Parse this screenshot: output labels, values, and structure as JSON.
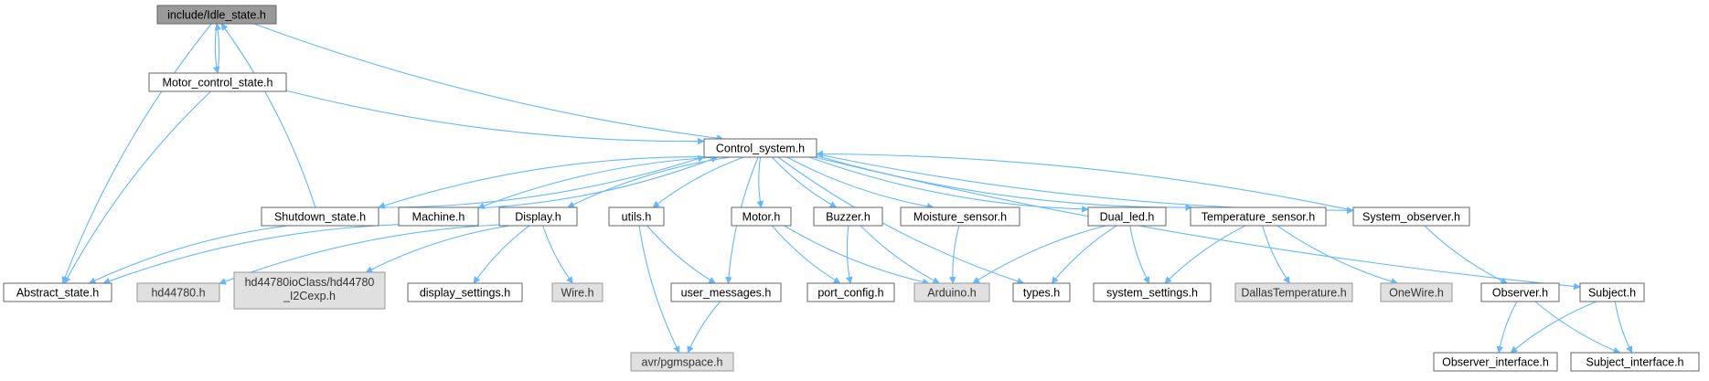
{
  "diagram": {
    "colors": {
      "edge": "#63b8ff",
      "root_fill": "#999999",
      "external_fill": "#e0e0e0",
      "node_fill": "#ffffff"
    },
    "nodes": [
      {
        "id": "idle",
        "label": "include/Idle_state.h",
        "kind": "root"
      },
      {
        "id": "motorctl",
        "label": "Motor_control_state.h",
        "kind": "normal"
      },
      {
        "id": "control",
        "label": "Control_system.h",
        "kind": "normal"
      },
      {
        "id": "shutdown",
        "label": "Shutdown_state.h",
        "kind": "normal"
      },
      {
        "id": "machine",
        "label": "Machine.h",
        "kind": "normal"
      },
      {
        "id": "display",
        "label": "Display.h",
        "kind": "normal"
      },
      {
        "id": "utils",
        "label": "utils.h",
        "kind": "normal"
      },
      {
        "id": "motor",
        "label": "Motor.h",
        "kind": "normal"
      },
      {
        "id": "buzzer",
        "label": "Buzzer.h",
        "kind": "normal"
      },
      {
        "id": "moisture",
        "label": "Moisture_sensor.h",
        "kind": "normal"
      },
      {
        "id": "dualled",
        "label": "Dual_led.h",
        "kind": "normal"
      },
      {
        "id": "temp",
        "label": "Temperature_sensor.h",
        "kind": "normal"
      },
      {
        "id": "sysobs",
        "label": "System_observer.h",
        "kind": "normal"
      },
      {
        "id": "abstract",
        "label": "Abstract_state.h",
        "kind": "normal"
      },
      {
        "id": "hd44780",
        "label": "hd44780.h",
        "kind": "external"
      },
      {
        "id": "hdio",
        "label": "hd44780ioClass/hd44780",
        "label2": "_I2Cexp.h",
        "kind": "external"
      },
      {
        "id": "dispset",
        "label": "display_settings.h",
        "kind": "normal"
      },
      {
        "id": "wire",
        "label": "Wire.h",
        "kind": "external"
      },
      {
        "id": "usermsg",
        "label": "user_messages.h",
        "kind": "normal"
      },
      {
        "id": "portcfg",
        "label": "port_config.h",
        "kind": "normal"
      },
      {
        "id": "arduino",
        "label": "Arduino.h",
        "kind": "external"
      },
      {
        "id": "types",
        "label": "types.h",
        "kind": "normal"
      },
      {
        "id": "syssettings",
        "label": "system_settings.h",
        "kind": "normal"
      },
      {
        "id": "dallas",
        "label": "DallasTemperature.h",
        "kind": "external"
      },
      {
        "id": "onewire",
        "label": "OneWire.h",
        "kind": "external"
      },
      {
        "id": "observer",
        "label": "Observer.h",
        "kind": "normal"
      },
      {
        "id": "subject",
        "label": "Subject.h",
        "kind": "normal"
      },
      {
        "id": "avr",
        "label": "avr/pgmspace.h",
        "kind": "external"
      },
      {
        "id": "obsiface",
        "label": "Observer_interface.h",
        "kind": "normal"
      },
      {
        "id": "subjiface",
        "label": "Subject_interface.h",
        "kind": "normal"
      }
    ],
    "edges": [
      [
        "idle",
        "abstract"
      ],
      [
        "idle",
        "motorctl"
      ],
      [
        "idle",
        "control"
      ],
      [
        "motorctl",
        "idle"
      ],
      [
        "motorctl",
        "abstract"
      ],
      [
        "motorctl",
        "control"
      ],
      [
        "control",
        "shutdown"
      ],
      [
        "control",
        "machine"
      ],
      [
        "control",
        "display"
      ],
      [
        "control",
        "utils"
      ],
      [
        "control",
        "usermsg"
      ],
      [
        "control",
        "motor"
      ],
      [
        "control",
        "buzzer"
      ],
      [
        "control",
        "moisture"
      ],
      [
        "control",
        "dualled"
      ],
      [
        "control",
        "types"
      ],
      [
        "control",
        "temp"
      ],
      [
        "control",
        "sysobs"
      ],
      [
        "control",
        "subject"
      ],
      [
        "shutdown",
        "idle"
      ],
      [
        "shutdown",
        "abstract"
      ],
      [
        "shutdown",
        "control"
      ],
      [
        "machine",
        "abstract"
      ],
      [
        "machine",
        "control"
      ],
      [
        "display",
        "hd44780"
      ],
      [
        "display",
        "hdio"
      ],
      [
        "display",
        "dispset"
      ],
      [
        "display",
        "wire"
      ],
      [
        "utils",
        "usermsg"
      ],
      [
        "utils",
        "avr"
      ],
      [
        "usermsg",
        "avr"
      ],
      [
        "motor",
        "portcfg"
      ],
      [
        "motor",
        "arduino"
      ],
      [
        "buzzer",
        "portcfg"
      ],
      [
        "buzzer",
        "arduino"
      ],
      [
        "moisture",
        "arduino"
      ],
      [
        "dualled",
        "arduino"
      ],
      [
        "dualled",
        "types"
      ],
      [
        "dualled",
        "syssettings"
      ],
      [
        "temp",
        "syssettings"
      ],
      [
        "temp",
        "dallas"
      ],
      [
        "temp",
        "onewire"
      ],
      [
        "sysobs",
        "control"
      ],
      [
        "sysobs",
        "observer"
      ],
      [
        "observer",
        "obsiface"
      ],
      [
        "observer",
        "subjiface"
      ],
      [
        "subject",
        "obsiface"
      ],
      [
        "subject",
        "subjiface"
      ]
    ]
  }
}
